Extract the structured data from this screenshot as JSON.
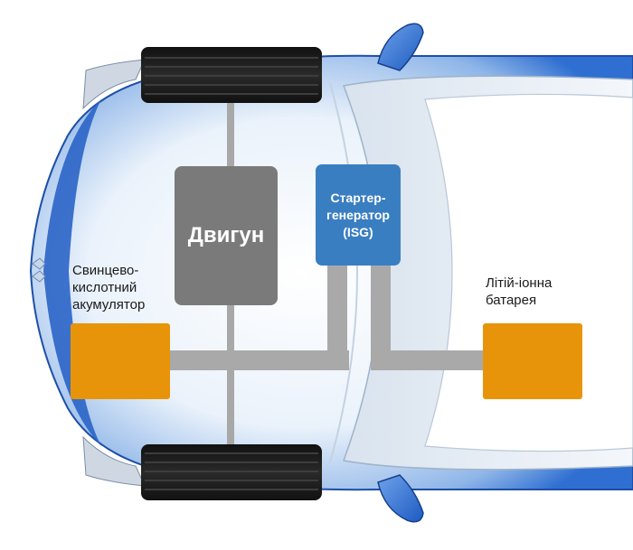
{
  "diagram": {
    "engine_label": "Двигун",
    "isg_label": "Стартер-\nгенератор\n(ISG)",
    "lead_acid_label": "Свинцево-\nкислотний\nакумулятор",
    "li_ion_label": "Літій-іонна\nбатарея"
  },
  "colors": {
    "engine_box": "#7a7a7a",
    "isg_box": "#3a7ec2",
    "battery_box": "#e8940a",
    "connector": "#a9a9a9",
    "car_body": "#2f6fd1"
  }
}
